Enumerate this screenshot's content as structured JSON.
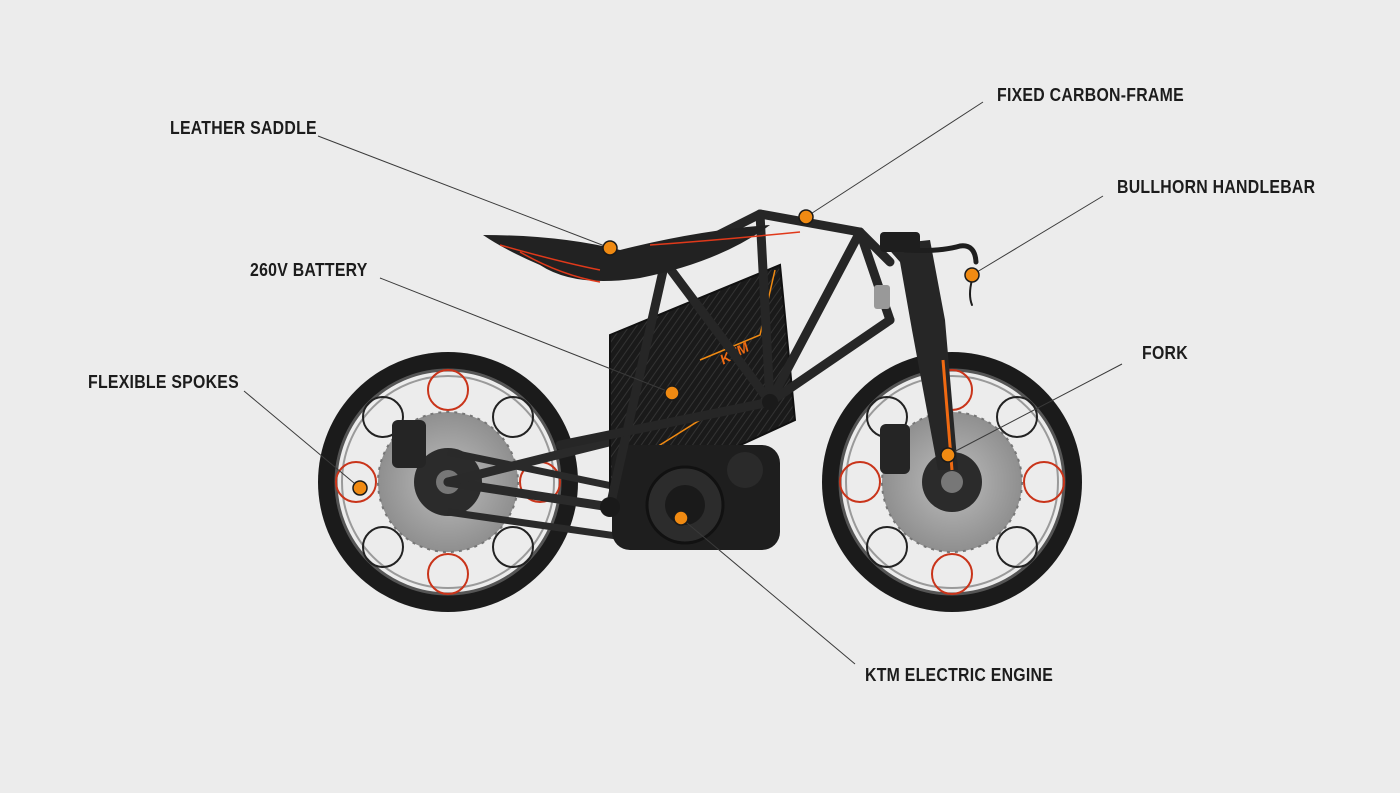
{
  "callouts": {
    "leather_saddle": "LEATHER SADDLE",
    "fixed_carbon_frame": "FIXED CARBON-FRAME",
    "bullhorn_handlebar": "BULLHORN HANDLEBAR",
    "battery": "260V BATTERY",
    "fork": "FORK",
    "flexible_spokes": "FLEXIBLE SPOKES",
    "electric_engine": "KTM ELECTRIC ENGINE"
  },
  "brand": {
    "logo_text": "KTM"
  },
  "colors": {
    "background": "#ececec",
    "accent": "#f08a12",
    "frame": "#2a2a2a",
    "leader_line": "#3a3a3a",
    "pinstripe": "#e0391a"
  }
}
